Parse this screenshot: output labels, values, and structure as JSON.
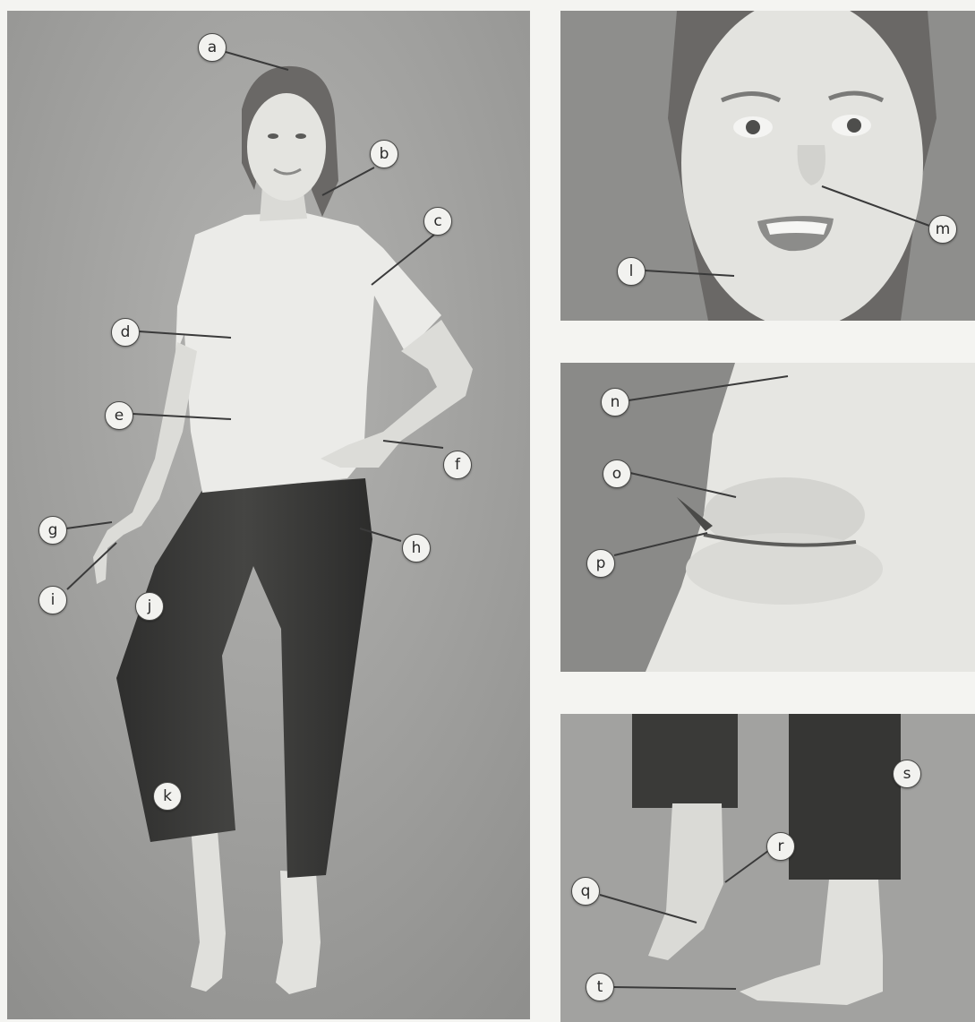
{
  "figure": {
    "labels": {
      "a": "a",
      "b": "b",
      "c": "c",
      "d": "d",
      "e": "e",
      "f": "f",
      "g": "g",
      "h": "h",
      "i": "i",
      "j": "j",
      "k": "k",
      "l": "l",
      "m": "m",
      "n": "n",
      "o": "o",
      "p": "p",
      "q": "q",
      "r": "r",
      "s": "s",
      "t": "t"
    }
  },
  "colors": {
    "background": "#f4f4f1",
    "backdrop": "#9d9d9b",
    "skin": "#e2e2de",
    "shirt": "#ededeb",
    "pants": "#3a3a38",
    "hair": "#6a6866",
    "callout_fill": "#f2f2ef",
    "leader_line": "#3a3a3a"
  }
}
